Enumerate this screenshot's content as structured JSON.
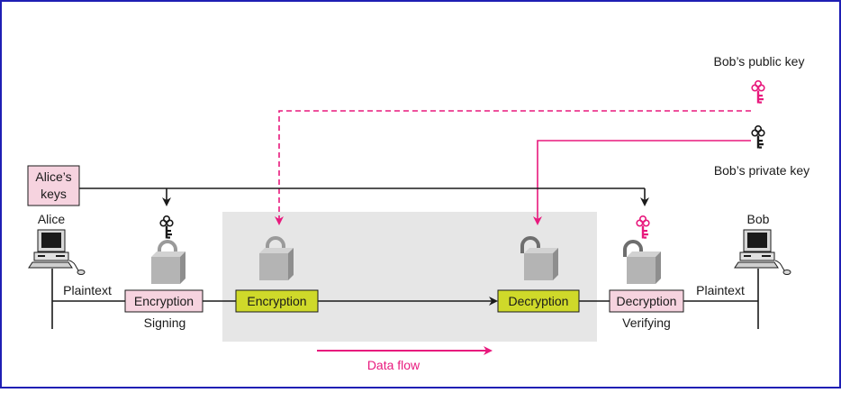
{
  "labels": {
    "bobs_public_key": "Bob’s public key",
    "bobs_private_key": "Bob’s private key",
    "alices_keys_line1": "Alice’s",
    "alices_keys_line2": "keys",
    "alice": "Alice",
    "bob": "Bob",
    "plaintext_left": "Plaintext",
    "plaintext_right": "Plaintext",
    "encryption_outer": "Encryption",
    "signing": "Signing",
    "encryption_inner": "Encryption",
    "decryption_inner": "Decryption",
    "decryption_outer": "Decryption",
    "verifying": "Verifying",
    "data_flow": "Data flow"
  },
  "colors": {
    "frame_border": "#1f1fb4",
    "magenta": "#e8197d",
    "pink_box": "#f6d3df",
    "yellow_box": "#cfd92a",
    "gray_panel": "#e6e6e6",
    "line": "#1a1a1a",
    "lock_gray": "#b4b4b4"
  }
}
